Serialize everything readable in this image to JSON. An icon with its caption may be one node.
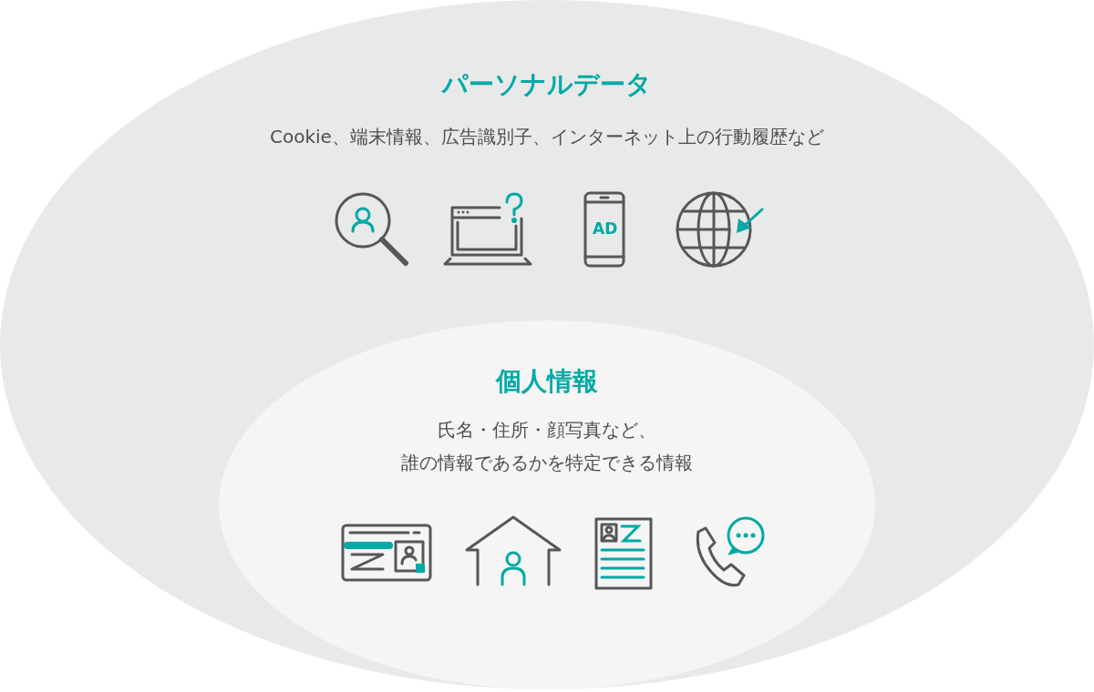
{
  "diagram": {
    "nodes": [
      {
        "text": [
          "パーソナルデータ",
          "Cookie、端末情報、広告識別子、インターネット上の行動履歴など"
        ]
      },
      {
        "text": [
          "個人情報",
          "氏名・住所・顔写真など、誰の情報であるかを特定できる情報"
        ],
        "in": 0
      }
    ],
    "labels": [
      "AD"
    ]
  }
}
